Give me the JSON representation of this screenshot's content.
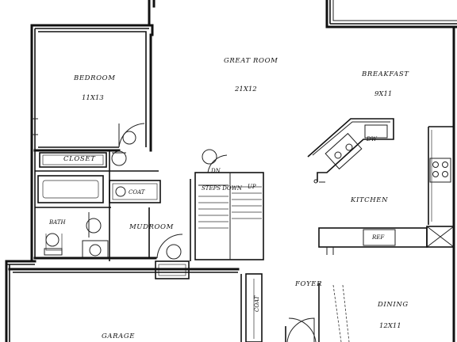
{
  "rooms": {
    "bedroom": {
      "name": "BEDROOM",
      "size": "11X13"
    },
    "great_room": {
      "name": "GREAT ROOM",
      "size": "21X12"
    },
    "breakfast": {
      "name": "BREAKFAST",
      "size": "9X11"
    },
    "closet": {
      "name": "CLOSET"
    },
    "coat_upper": {
      "name": "COAT"
    },
    "bath": {
      "name": "BATH"
    },
    "mudroom": {
      "name": "MUDROOM"
    },
    "kitchen": {
      "name": "KITCHEN"
    },
    "foyer": {
      "name": "FOYER"
    },
    "coat_lower": {
      "name": "COAT"
    },
    "dining": {
      "name": "DINING",
      "size": "12X11"
    },
    "garage": {
      "name": "GARAGE"
    }
  },
  "fixtures": {
    "stairs_down": "DN",
    "stairs_up": "UP",
    "steps_down": "STEPS DOWN",
    "dishwasher": "DW",
    "refrigerator": "REF"
  }
}
